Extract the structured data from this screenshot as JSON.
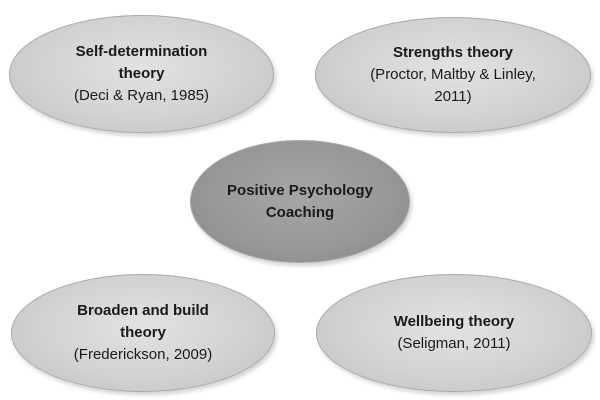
{
  "diagram": {
    "center": {
      "title": "Positive Psychology Coaching"
    },
    "nodes": [
      {
        "title": "Self-determination theory",
        "citation": "(Deci & Ryan, 1985)"
      },
      {
        "title": "Strengths theory",
        "citation": "(Proctor, Maltby & Linley, 2011)"
      },
      {
        "title": "Broaden and build theory",
        "citation": "(Frederickson, 2009)"
      },
      {
        "title": "Wellbeing theory",
        "citation": "(Seligman, 2011)"
      }
    ],
    "colors": {
      "outer_fill": "#d2d2d2",
      "center_fill": "#979797",
      "border": "#a9a9a9",
      "text": "#1a1a1a"
    }
  }
}
